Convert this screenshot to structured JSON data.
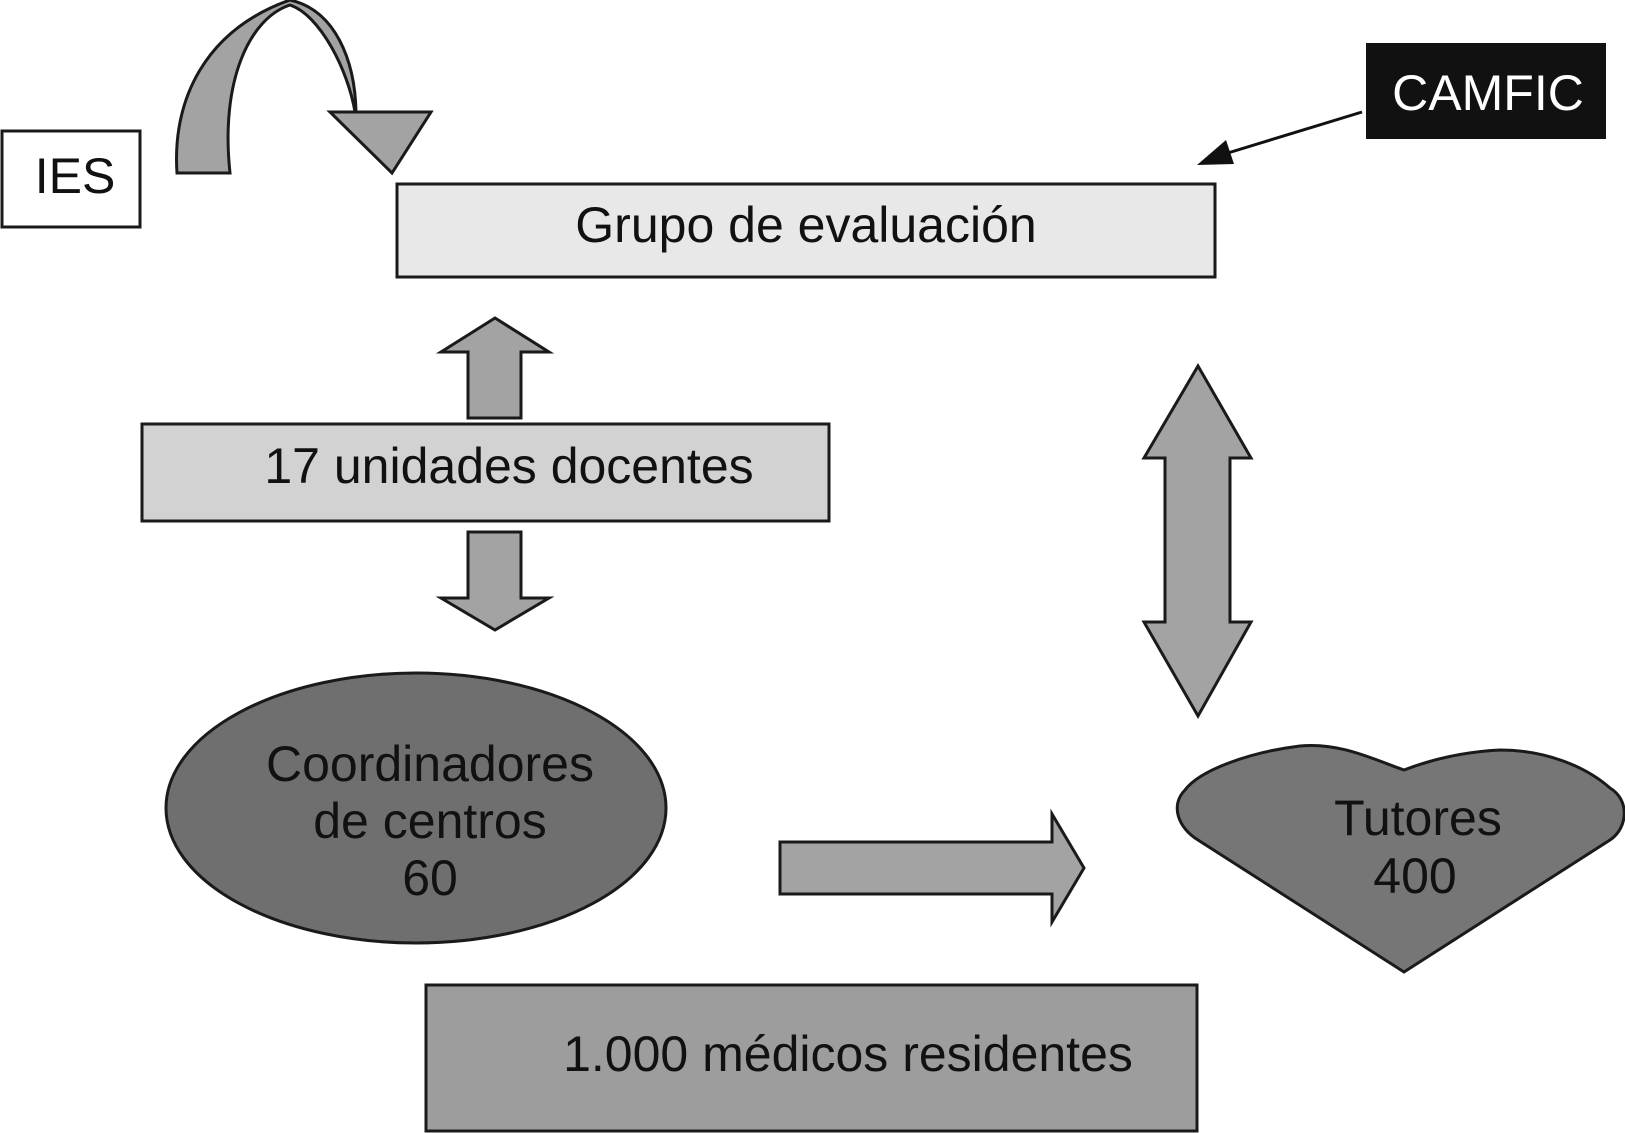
{
  "nodes": {
    "ies": {
      "label": "IES"
    },
    "camfic": {
      "label": "CAMFIC"
    },
    "grupo_evaluacion": {
      "label": "Grupo de evaluación"
    },
    "unidades_docentes": {
      "label": "17 unidades docentes"
    },
    "coordinadores": {
      "line1": "Coordinadores",
      "line2": "de centros",
      "line3": "60"
    },
    "tutores": {
      "line1": "Tutores",
      "line2": "400"
    },
    "medicos_residentes": {
      "label": "1.000 médicos residentes"
    }
  },
  "colors": {
    "light_box": "#e8e8e8",
    "mid_box": "#d2d2d2",
    "dark_box": "#9d9d9d",
    "arrow_fill": "#a3a3a3",
    "ellipse_fill": "#6f6f6f",
    "heart_fill": "#767676",
    "camfic_fill": "#111111"
  }
}
